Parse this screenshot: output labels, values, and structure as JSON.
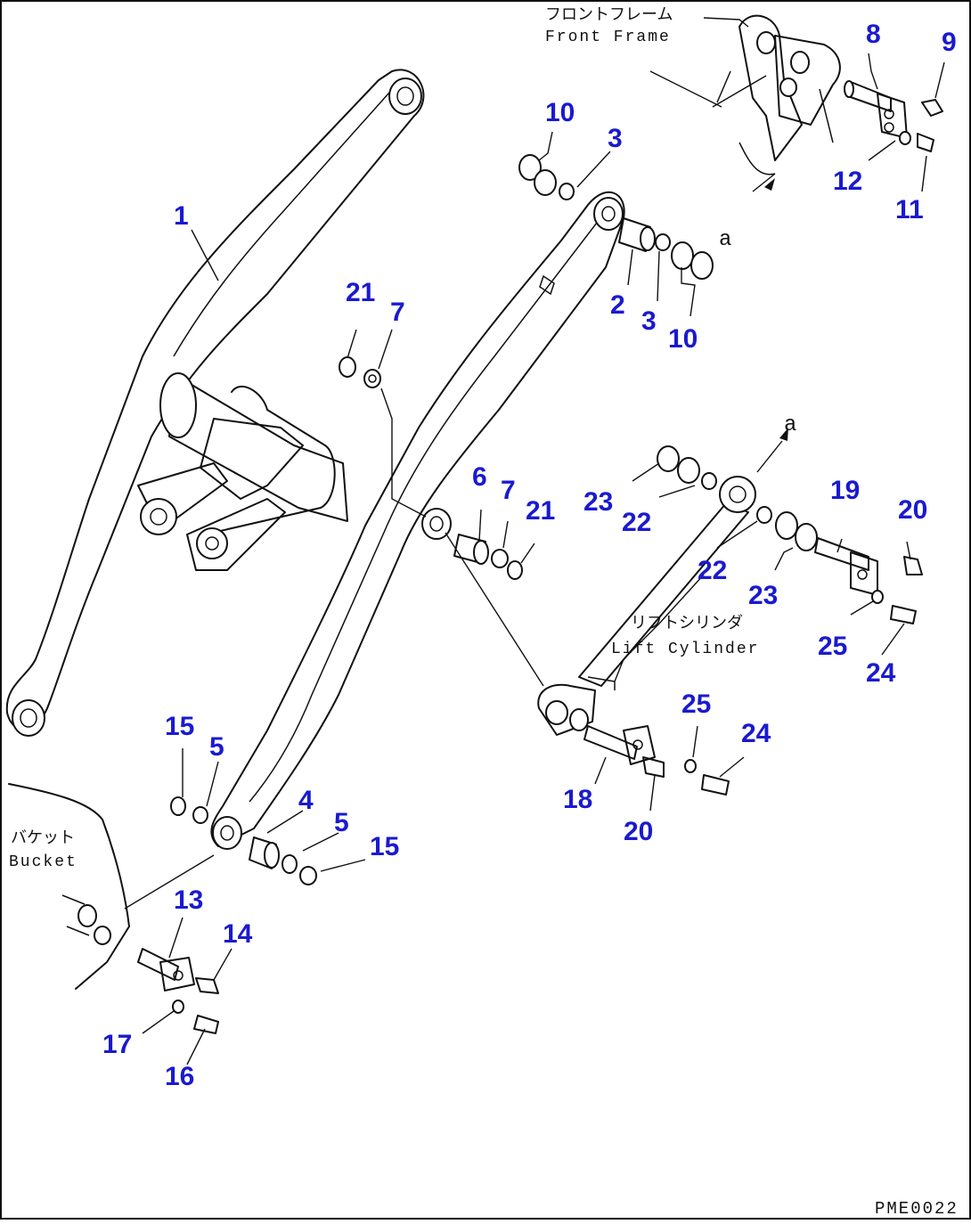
{
  "figure": {
    "code": "PME0022",
    "frame_label_jp": "フロントフレーム",
    "frame_label_en": "Front Frame",
    "cylinder_label_jp": "リフトシリンダ",
    "cylinder_label_en": "Lift Cylinder",
    "bucket_label_jp": "バケット",
    "bucket_label_en": "Bucket",
    "ref_a_top": "a",
    "ref_a_mid": "a"
  },
  "callouts": [
    {
      "id": "c1",
      "text": "1"
    },
    {
      "id": "c2",
      "text": "2"
    },
    {
      "id": "c3a",
      "text": "3"
    },
    {
      "id": "c3b",
      "text": "3"
    },
    {
      "id": "c4",
      "text": "4"
    },
    {
      "id": "c5a",
      "text": "5"
    },
    {
      "id": "c5b",
      "text": "5"
    },
    {
      "id": "c6",
      "text": "6"
    },
    {
      "id": "c7a",
      "text": "7"
    },
    {
      "id": "c7b",
      "text": "7"
    },
    {
      "id": "c8",
      "text": "8"
    },
    {
      "id": "c9",
      "text": "9"
    },
    {
      "id": "c10a",
      "text": "10"
    },
    {
      "id": "c10b",
      "text": "10"
    },
    {
      "id": "c11",
      "text": "11"
    },
    {
      "id": "c12",
      "text": "12"
    },
    {
      "id": "c13",
      "text": "13"
    },
    {
      "id": "c14",
      "text": "14"
    },
    {
      "id": "c15a",
      "text": "15"
    },
    {
      "id": "c15b",
      "text": "15"
    },
    {
      "id": "c16",
      "text": "16"
    },
    {
      "id": "c17",
      "text": "17"
    },
    {
      "id": "c18",
      "text": "18"
    },
    {
      "id": "c19",
      "text": "19"
    },
    {
      "id": "c20a",
      "text": "20"
    },
    {
      "id": "c20b",
      "text": "20"
    },
    {
      "id": "c21a",
      "text": "21"
    },
    {
      "id": "c21b",
      "text": "21"
    },
    {
      "id": "c22a",
      "text": "22"
    },
    {
      "id": "c22b",
      "text": "22"
    },
    {
      "id": "c23a",
      "text": "23"
    },
    {
      "id": "c23b",
      "text": "23"
    },
    {
      "id": "c24a",
      "text": "24"
    },
    {
      "id": "c24b",
      "text": "24"
    },
    {
      "id": "c25a",
      "text": "25"
    },
    {
      "id": "c25b",
      "text": "25"
    }
  ],
  "colors": {
    "callout": "#1a1ad0",
    "line": "#111111",
    "background": "#ffffff"
  }
}
